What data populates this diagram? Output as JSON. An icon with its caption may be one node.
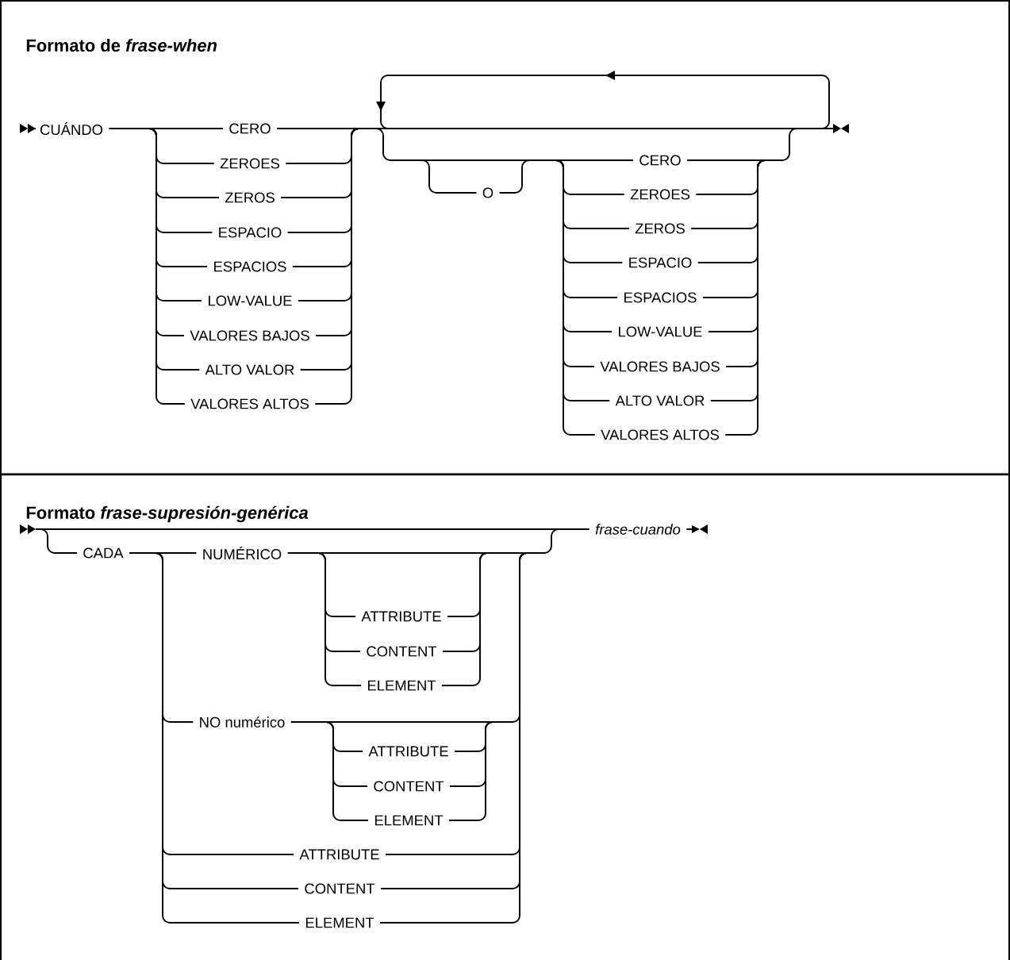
{
  "diagram": {
    "labels": [
      "Formato de *frase-when*",
      "CUÁNDO",
      "CERO",
      "ZEROES",
      "ZEROS",
      "ESPACIO",
      "ESPACIOS",
      "LOW-VALUE",
      "VALORES BAJOS",
      "ALTO VALOR",
      "VALORES ALTOS",
      "O",
      "CERO",
      "ZEROES",
      "ZEROS",
      "ESPACIO",
      "ESPACIOS",
      "LOW-VALUE",
      "VALORES BAJOS",
      "ALTO VALOR",
      "VALORES ALTOS",
      "Formato *frase-supresión-genérica*",
      "CADA",
      "NUMÉRICO",
      "ATTRIBUTE",
      "CONTENT",
      "ELEMENT",
      "NO numérico",
      "ATTRIBUTE",
      "CONTENT",
      "ELEMENT",
      "ATTRIBUTE",
      "CONTENT",
      "ELEMENT",
      "frase-cuando"
    ]
  }
}
